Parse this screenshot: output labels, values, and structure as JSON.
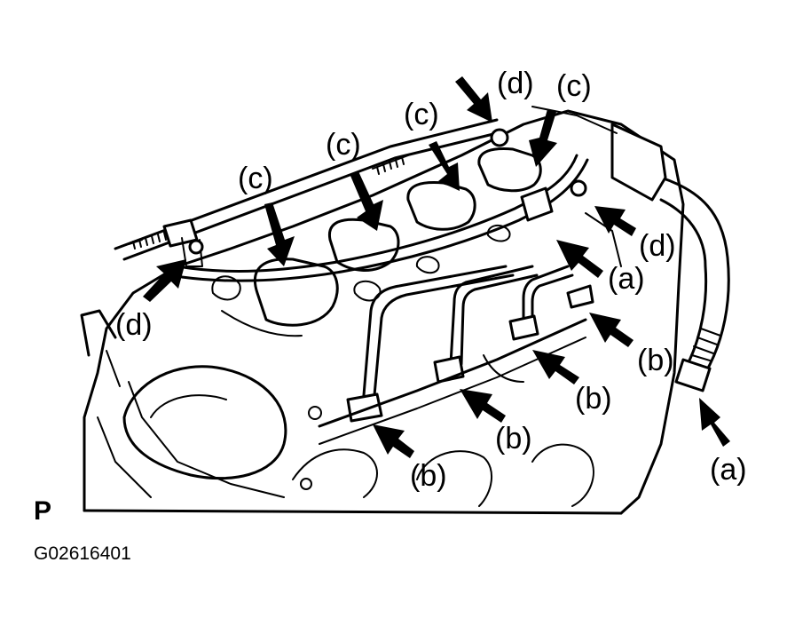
{
  "diagram": {
    "callouts": {
      "a": "(a)",
      "b": "(b)",
      "c": "(c)",
      "d": "(d)"
    },
    "view_marker": "P",
    "figure_code": "G02616401"
  }
}
